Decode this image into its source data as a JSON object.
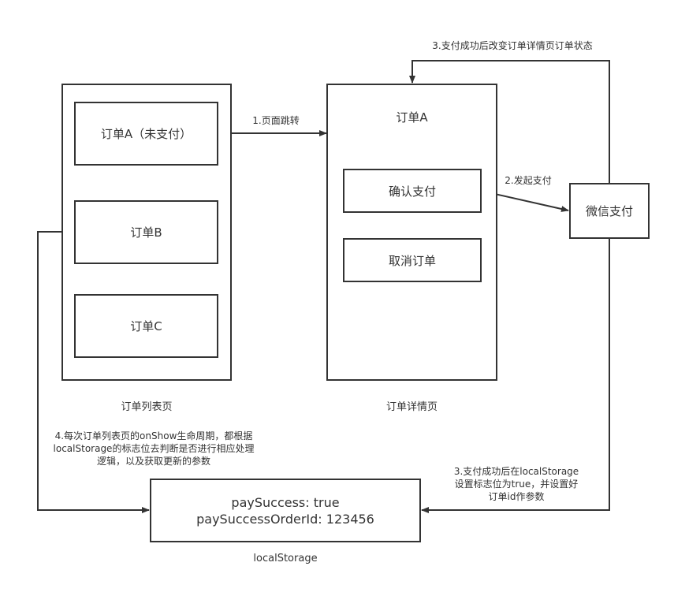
{
  "list_page": {
    "caption": "订单列表页",
    "items": [
      "订单A（未支付）",
      "订单B",
      "订单C"
    ]
  },
  "detail_page": {
    "caption": "订单详情页",
    "title": "订单A",
    "buttons": [
      "确认支付",
      "取消订单"
    ]
  },
  "wechat_pay": {
    "label": "微信支付"
  },
  "local_storage": {
    "caption": "localStorage",
    "lines": [
      "paySuccess: true",
      "paySuccessOrderId: 123456"
    ]
  },
  "edges": {
    "step1": "1.页面跳转",
    "step2": "2.发起支付",
    "step3_top": "3.支付成功后改变订单详情页订单状态",
    "step3_bottom": "3.支付成功后在localStorage\n设置标志位为true，并设置好\n订单id作参数",
    "step4": "4.每次订单列表页的onShow生命周期，都根据\nlocalStorage的标志位去判断是否进行相应处理\n逻辑，以及获取更新的参数"
  }
}
